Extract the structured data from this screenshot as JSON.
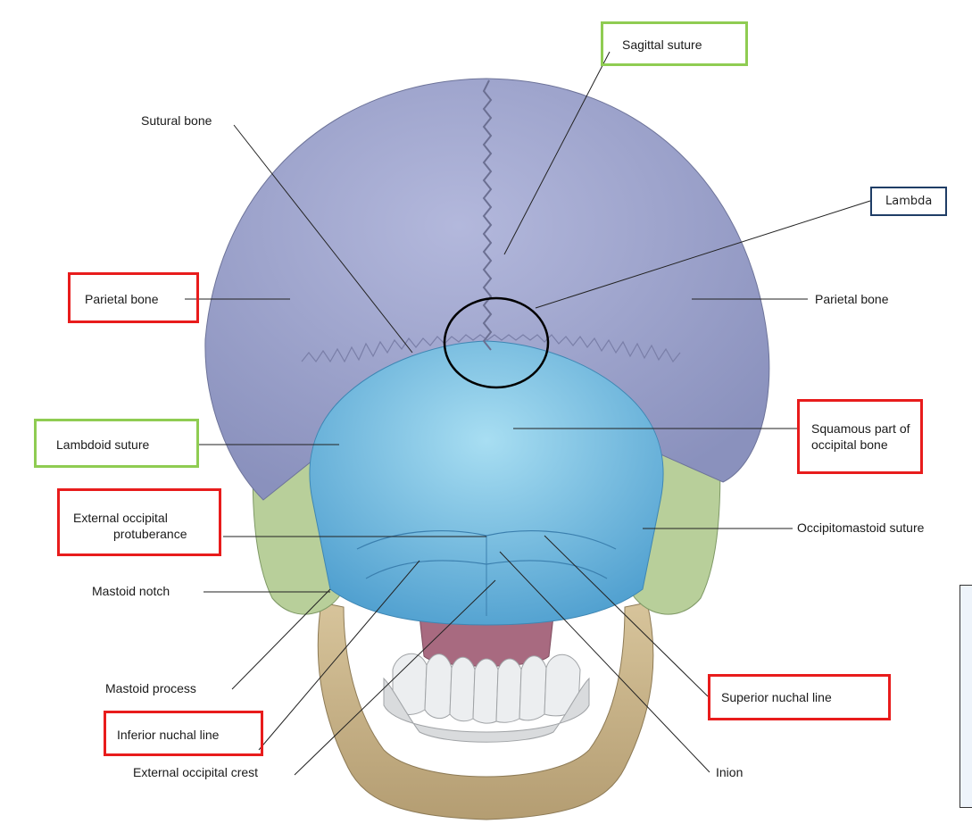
{
  "labels": {
    "sagittal_suture": "Sagittal suture",
    "sutural_bone": "Sutural bone",
    "lambda": "Lambda",
    "parietal_bone_left": "Parietal bone",
    "parietal_bone_right": "Parietal bone",
    "lambdoid_suture": "Lambdoid suture",
    "squamous_line1": "Squamous part of",
    "squamous_line2": "occipital bone",
    "ext_occ_protuberance_line1": "External occipital",
    "ext_occ_protuberance_line2": "protuberance",
    "occipitomastoid_suture": "Occipitomastoid suture",
    "mastoid_notch": "Mastoid notch",
    "mastoid_process": "Mastoid process",
    "superior_nuchal_line": "Superior nuchal line",
    "inferior_nuchal_line": "Inferior nuchal line",
    "external_occipital_crest": "External occipital crest",
    "inion": "Inion"
  },
  "colors": {
    "parietal": "#9da4cc",
    "occipital": "#7cc4e4",
    "temporal": "#b8cf9a",
    "mandible": "#c9b48c",
    "atlas": "#d7a62a",
    "soft_tissue": "#a86a80",
    "teeth": "#e6e8ea",
    "highlight_red": "#e81c1c",
    "highlight_green": "#8fcc52",
    "highlight_blue": "#1f3d66"
  }
}
